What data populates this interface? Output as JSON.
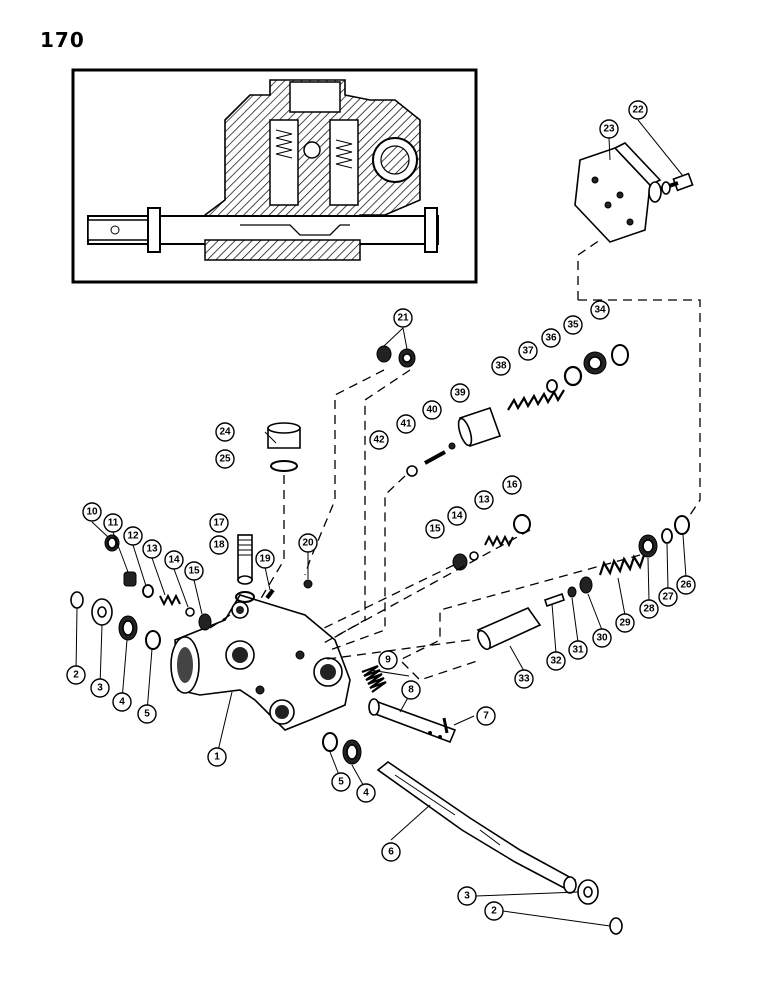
{
  "page": {
    "number": "170"
  },
  "inset": {
    "label": ""
  },
  "callouts": [
    "1",
    "2",
    "3",
    "4",
    "5",
    "6",
    "7",
    "8",
    "9",
    "10",
    "11",
    "12",
    "13",
    "14",
    "15",
    "16",
    "17",
    "18",
    "19",
    "20",
    "21",
    "22",
    "23",
    "24",
    "25",
    "26",
    "27",
    "28",
    "29",
    "30",
    "31",
    "32",
    "33",
    "34",
    "35",
    "36",
    "37",
    "38",
    "39",
    "40",
    "41",
    "42"
  ]
}
